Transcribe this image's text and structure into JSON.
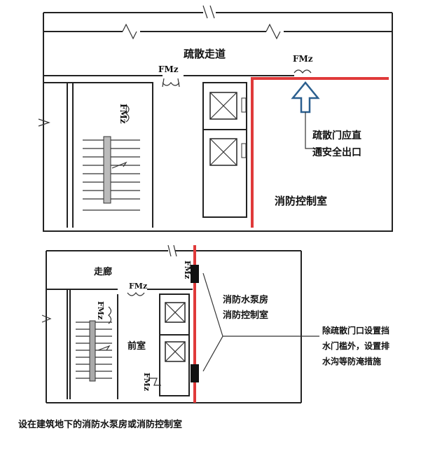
{
  "top_plan": {
    "corridor_label": "疏散走道",
    "door_label_1": "FMz",
    "door_label_2": "FMz",
    "door_label_3": "FMz",
    "note_line1": "疏散门应直",
    "note_line2": "通安全出口",
    "room_label": "消防控制室"
  },
  "bottom_plan": {
    "corridor_label": "走廊",
    "door_label_1": "FMz",
    "door_label_2": "FMz",
    "door_label_3": "FMz",
    "door_label_4": "FMz",
    "vestibule_label": "前室",
    "room_line1": "消防水泵房",
    "room_line2": "消防控制室",
    "note_line1": "除疏散门口设置挡",
    "note_line2": "水门槛外，设置排",
    "note_line3": "水沟等防淹措施"
  },
  "caption": "设在建筑地下的消防水泵房或消防控制室",
  "colors": {
    "highlight": "#e03a3a",
    "arrow": "#2b5f8f",
    "wall": "#222222"
  }
}
